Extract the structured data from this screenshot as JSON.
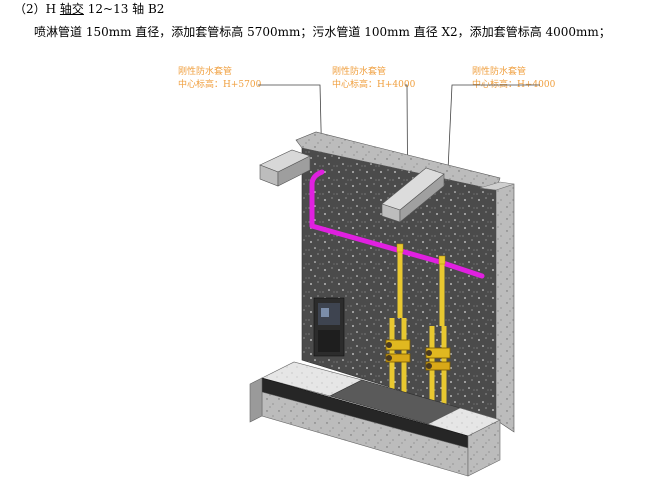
{
  "heading": {
    "prefix": "（2）H ",
    "underlined": "轴交",
    "suffix": " 12~13 轴 B2"
  },
  "description": "喷淋管道 150mm 直径，添加套管标高 5700mm；污水管道 100mm 直径 X2，添加套管标高 4000mm；",
  "callouts": [
    {
      "title": "刚性防水套管",
      "elevation": "中心标高：H+5700"
    },
    {
      "title": "刚性防水套管",
      "elevation": "中心标高：H+4000"
    },
    {
      "title": "刚性防水套管",
      "elevation": "中心标高：H+4000"
    }
  ],
  "colors": {
    "sprinkler_pipe": "#e020e0",
    "sewage_pipe": "#e8c830",
    "callout_text": "#f0a040",
    "concrete": "#505050"
  }
}
